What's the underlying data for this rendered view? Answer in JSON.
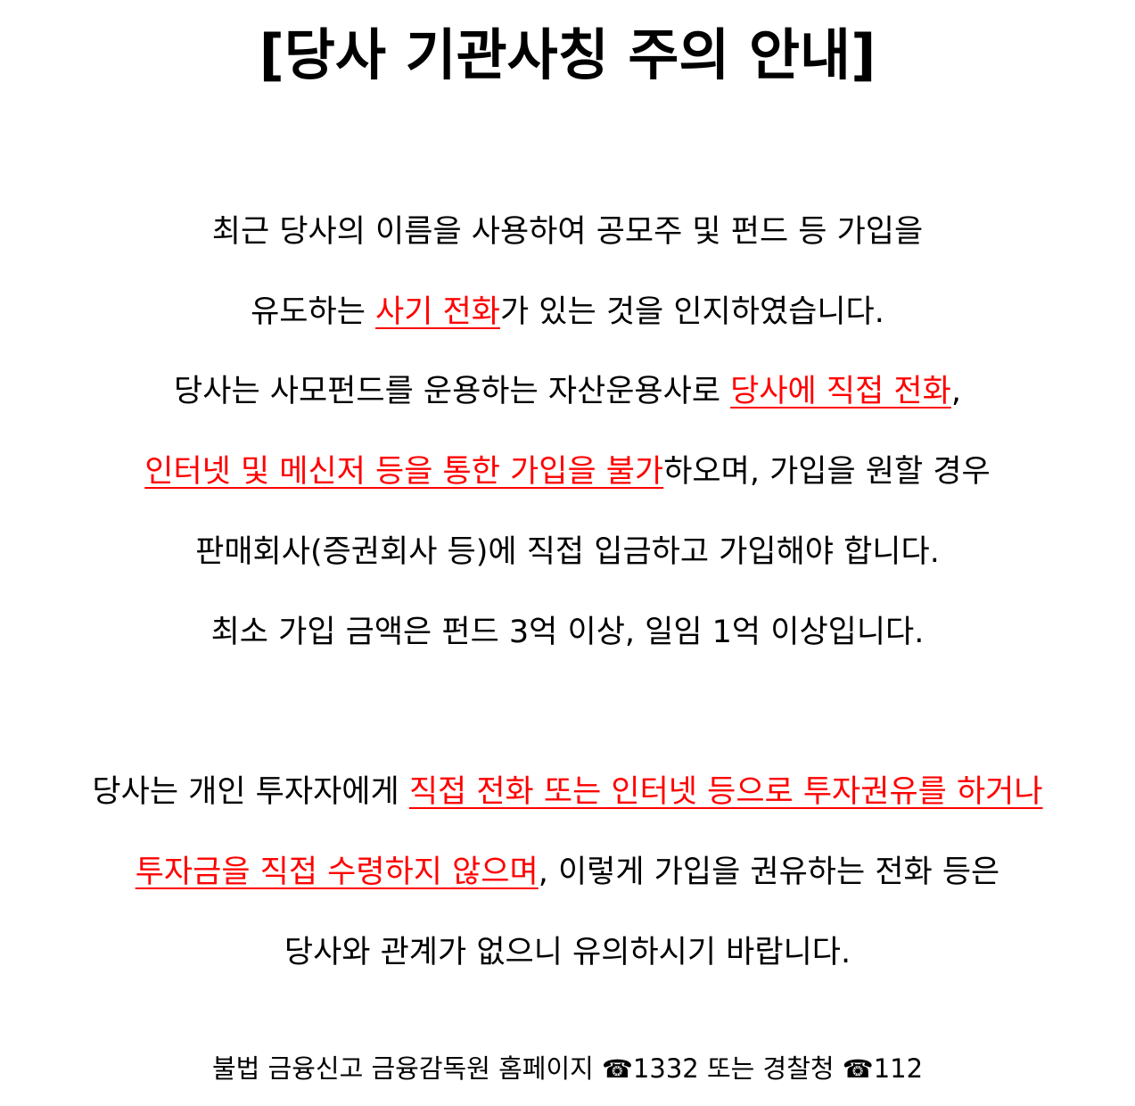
{
  "title": "[당사 기관사칭 주의 안내]",
  "paragraph1": {
    "line1": "최근 당사의 이름을 사용하여 공모주 및 펀드 등 가입을",
    "line2_pre": "유도하는 ",
    "line2_red": "사기 전화",
    "line2_post": "가 있는 것을 인지하였습니다.",
    "line3_pre": "당사는 사모펀드를 운용하는 자산운용사로 ",
    "line3_red": "당사에 직접 전화",
    "line3_post": ",",
    "line4_red": "인터넷 및 메신저 등을 통한 가입을 불가",
    "line4_post": "하오며, 가입을 원할 경우",
    "line5": "판매회사(증권회사 등)에 직접 입금하고 가입해야 합니다.",
    "line6": "최소 가입 금액은 펀드 3억 이상, 일임 1억 이상입니다."
  },
  "paragraph2": {
    "line1_pre": "당사는 개인 투자자에게 ",
    "line1_red": "직접 전화 또는 인터넷 등으로 투자권유를 하거나",
    "line2_red": "투자금을 직접 수령하지 않으며",
    "line2_post": ", 이렇게 가입을 권유하는 전화 등은",
    "line3": "당사와 관계가 없으니 유의하시기 바랍니다."
  },
  "footer": {
    "text1": "불법 금융신고 금융감독원 홈페이지 ",
    "phone_icon": "☎",
    "number1": "1332",
    "text2": " 또는 경찰청 ",
    "number2": "112"
  },
  "colors": {
    "highlight": "#ff0000",
    "text": "#000000",
    "background": "#ffffff"
  }
}
